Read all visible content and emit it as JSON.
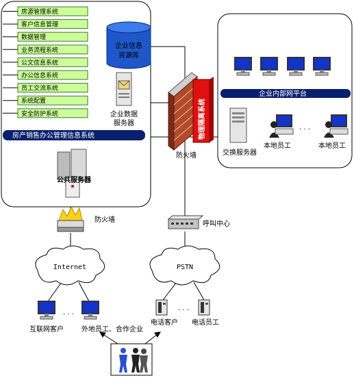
{
  "modules": [
    "房源管理系统",
    "客户信息管理",
    "数据管理",
    "业务流程系统",
    "公文信息系统",
    "办公信息系统",
    "员工交流系统",
    "系统配置",
    "安全防护系统"
  ],
  "db_label_1": "企业信息",
  "db_label_2": "资源库",
  "data_server_1": "企业数据",
  "data_server_2": "服务器",
  "mgmt_bar": "房产销售办公管理信息系统",
  "public_server": "公共服务器",
  "firewall_center": "防火墙",
  "isolation": "物理隔离系统",
  "intranet_bar": "企业内部网平台",
  "exchange_server": "交换服务器",
  "local_staff_1": "本地员工",
  "local_staff_2": "本地员工",
  "firewall_left": "防火墙",
  "call_center": "呼叫中心",
  "internet": "Internet",
  "pstn": "PSTN",
  "internet_client": "互联网客户",
  "external_staff": "外地员工、合作企业",
  "phone_client": "电话客户",
  "phone_staff": "电话员工",
  "dots": "· · ·",
  "colors": {
    "module_fill": "#ccff99",
    "bar_fill": "#0a1f6e",
    "firewall": "#b34a2a",
    "isolation": "#e01010"
  }
}
